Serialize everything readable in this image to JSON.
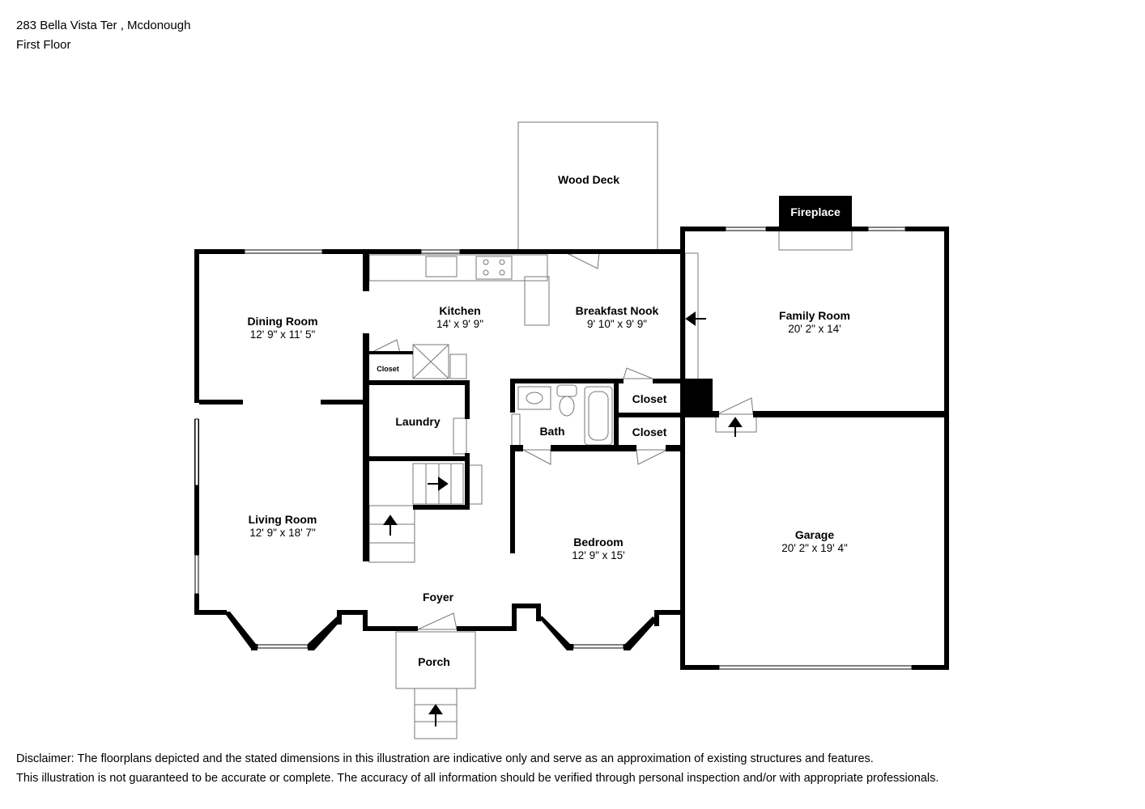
{
  "header": {
    "address": "283 Bella Vista Ter , Mcdonough",
    "floor": "First Floor"
  },
  "rooms": {
    "wood_deck": {
      "name": "Wood Deck"
    },
    "fireplace": {
      "name": "Fireplace"
    },
    "dining": {
      "name": "Dining Room",
      "dim": "12' 9\" x 11' 5\""
    },
    "kitchen": {
      "name": "Kitchen",
      "dim": "14' x 9' 9\""
    },
    "nook": {
      "name": "Breakfast Nook",
      "dim": "9' 10\" x 9' 9\""
    },
    "family": {
      "name": "Family Room",
      "dim": "20' 2\" x 14'"
    },
    "closet_small": {
      "name": "Closet"
    },
    "laundry": {
      "name": "Laundry"
    },
    "closet1": {
      "name": "Closet"
    },
    "closet2": {
      "name": "Closet"
    },
    "bath": {
      "name": "Bath"
    },
    "living": {
      "name": "Living Room",
      "dim": "12' 9\" x 18' 7\""
    },
    "bedroom": {
      "name": "Bedroom",
      "dim": "12' 9\" x 15'"
    },
    "garage": {
      "name": "Garage",
      "dim": "20' 2\" x 19' 4\""
    },
    "foyer": {
      "name": "Foyer"
    },
    "porch": {
      "name": "Porch"
    }
  },
  "disclaimer": {
    "line1": "Disclaimer: The floorplans depicted and the stated dimensions in this illustration are indicative only and serve as an approximation of existing structures and features.",
    "line2": "This illustration is not guaranteed to be accurate or complete. The accuracy of all information should be verified through personal inspection and/or with appropriate professionals."
  },
  "colors": {
    "wall": "#000000",
    "fixture": "#777777",
    "background": "#ffffff"
  }
}
